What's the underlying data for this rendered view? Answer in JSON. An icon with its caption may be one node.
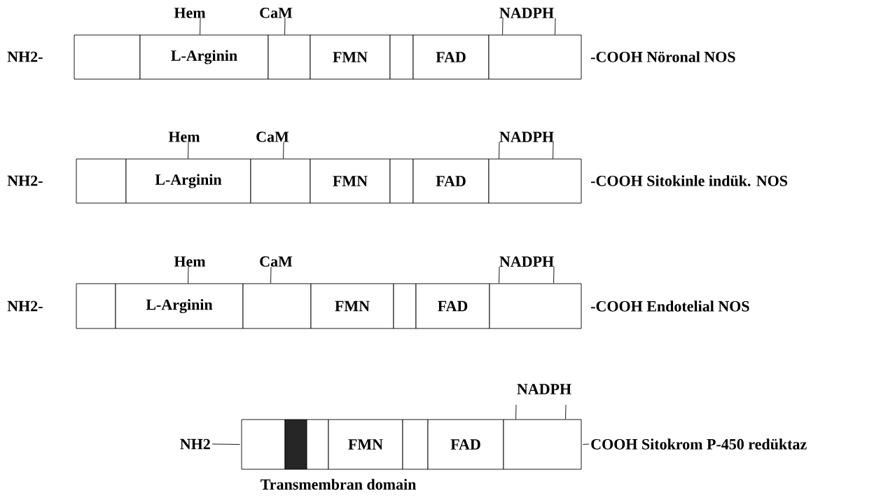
{
  "diagram": {
    "nodes": [
      {
        "text": [
          "Hem"
        ]
      },
      {
        "text": [
          "CaM"
        ]
      },
      {
        "text": [
          "NADPH"
        ]
      },
      {
        "text": [],
        "shape": "box"
      },
      {
        "text": [
          "L-Arginin"
        ]
      },
      {
        "text": [],
        "shape": "box"
      },
      {
        "text": [
          "FMN"
        ]
      },
      {
        "text": [],
        "shape": "box"
      },
      {
        "text": [
          "FAD"
        ]
      },
      {
        "text": [],
        "shape": "box"
      },
      {
        "text": [
          "Hem"
        ]
      },
      {
        "text": [
          "CaM"
        ]
      },
      {
        "text": [
          "NADPH"
        ]
      },
      {
        "text": [],
        "shape": "box"
      },
      {
        "text": [
          "L-Arginin"
        ]
      },
      {
        "text": [],
        "shape": "box"
      },
      {
        "text": [
          "FMN"
        ]
      },
      {
        "text": [],
        "shape": "box"
      },
      {
        "text": [
          "FAD"
        ]
      },
      {
        "text": [],
        "shape": "box"
      },
      {
        "text": [
          "Hem"
        ]
      },
      {
        "text": [
          "CaM"
        ]
      },
      {
        "text": [
          "NADPH"
        ]
      },
      {
        "text": [],
        "shape": "box"
      },
      {
        "text": [
          "L-Arginin"
        ]
      },
      {
        "text": [],
        "shape": "box"
      },
      {
        "text": [
          "FMN"
        ]
      },
      {
        "text": [],
        "shape": "box"
      },
      {
        "text": [
          "FAD"
        ]
      },
      {
        "text": [],
        "shape": "box"
      },
      {
        "text": [
          "NADPH"
        ]
      },
      {
        "text": [
          "NH2"
        ]
      },
      {
        "text": [],
        "shape": "box"
      },
      {
        "text": [],
        "shape": "bar",
        "beside": [
          "Transmembran domain"
        ]
      },
      {
        "text": [],
        "shape": "box"
      },
      {
        "text": [
          "FMN"
        ]
      },
      {
        "text": [],
        "shape": "box"
      },
      {
        "text": [
          "FAD"
        ]
      },
      {
        "text": [],
        "shape": "box"
      },
      {
        "text": [
          "COOH Sitokrom P-450 redüktaz"
        ]
      }
    ],
    "edges": [
      {
        "from": 0,
        "to": 4,
        "arrow": "none"
      },
      {
        "from": 1,
        "to": 5,
        "arrow": "none"
      },
      {
        "from": 2,
        "to": 9,
        "arrow": "none"
      },
      {
        "from": 2,
        "to": 9,
        "arrow": "none"
      },
      {
        "from": 10,
        "to": 14,
        "arrow": "none"
      },
      {
        "from": 11,
        "to": 15,
        "arrow": "none"
      },
      {
        "from": 12,
        "to": 19,
        "arrow": "none"
      },
      {
        "from": 12,
        "to": 19,
        "arrow": "none"
      },
      {
        "from": 20,
        "to": 24,
        "arrow": "none"
      },
      {
        "from": 21,
        "to": 25,
        "arrow": "none"
      },
      {
        "from": 22,
        "to": 29,
        "arrow": "none"
      },
      {
        "from": 22,
        "to": 29,
        "arrow": "none"
      },
      {
        "from": 30,
        "to": 38,
        "arrow": "none"
      },
      {
        "from": 30,
        "to": 38,
        "arrow": "none"
      },
      {
        "from": 31,
        "to": 32,
        "arrow": "none"
      },
      {
        "from": 38,
        "to": 39,
        "arrow": "none"
      }
    ],
    "labels": [
      "NH2-",
      "-COOH Nöronal NOS",
      "NH2-",
      "-COOH Sitokinle indük. NOS",
      "NH2-",
      "-COOH Endotelial NOS"
    ]
  }
}
